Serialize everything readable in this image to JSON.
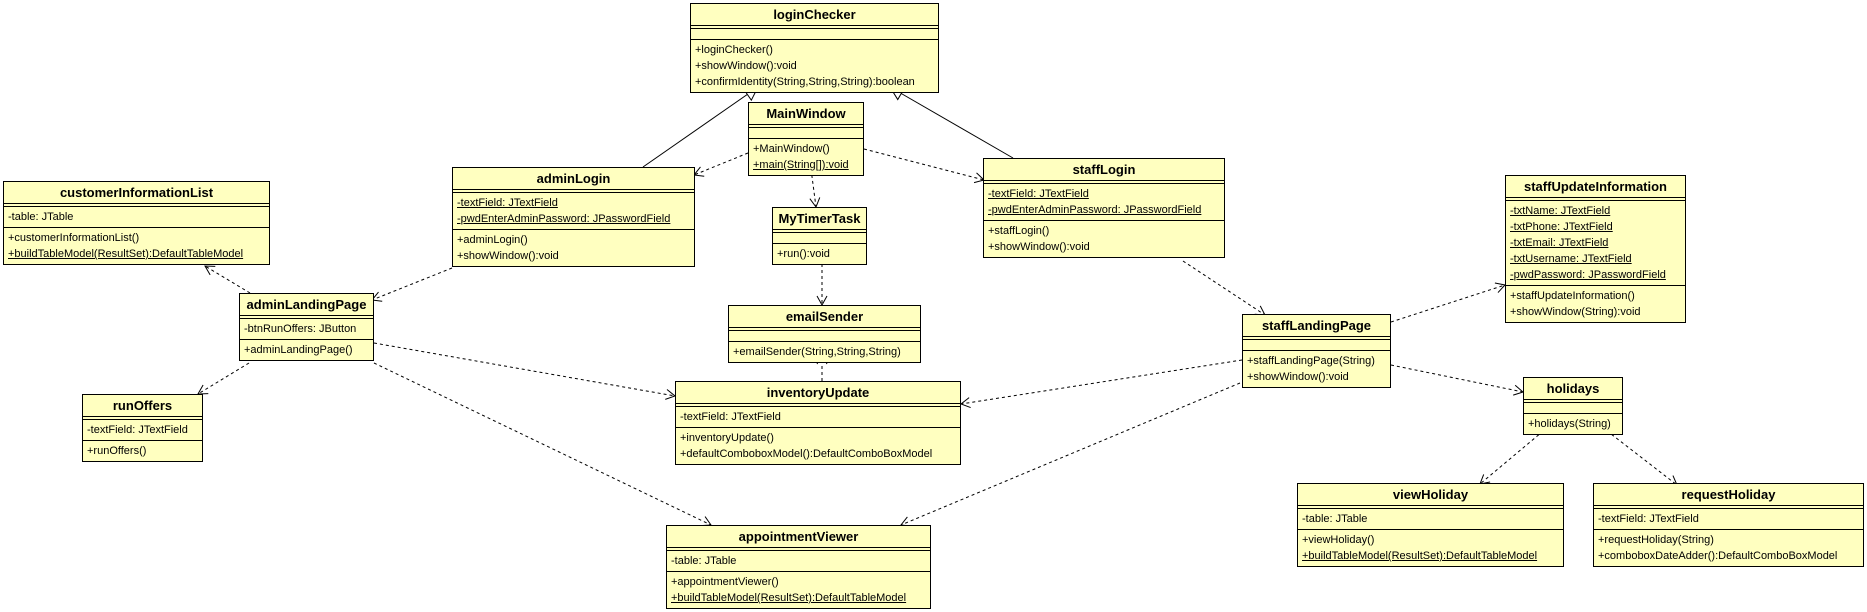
{
  "classes": {
    "loginChecker": {
      "name": "loginChecker",
      "attributes": [],
      "methods": [
        {
          "text": "+loginChecker()",
          "static": false
        },
        {
          "text": "+showWindow():void",
          "static": false
        },
        {
          "text": "+confirmIdentity(String,String,String):boolean",
          "static": false
        }
      ]
    },
    "mainWindow": {
      "name": "MainWindow",
      "attributes": [],
      "methods": [
        {
          "text": "+MainWindow()",
          "static": false
        },
        {
          "text": "+main(String[]):void",
          "static": true
        }
      ]
    },
    "adminLogin": {
      "name": "adminLogin",
      "attributes": [
        {
          "text": "-textField: JTextField",
          "static": true
        },
        {
          "text": "-pwdEnterAdminPassword: JPasswordField",
          "static": true
        }
      ],
      "methods": [
        {
          "text": "+adminLogin()",
          "static": false
        },
        {
          "text": "+showWindow():void",
          "static": false
        }
      ]
    },
    "staffLogin": {
      "name": "staffLogin",
      "attributes": [
        {
          "text": "-textField: JTextField",
          "static": true
        },
        {
          "text": "-pwdEnterAdminPassword: JPasswordField",
          "static": true
        }
      ],
      "methods": [
        {
          "text": "+staffLogin()",
          "static": false
        },
        {
          "text": "+showWindow():void",
          "static": false
        }
      ]
    },
    "myTimerTask": {
      "name": "MyTimerTask",
      "attributes": [],
      "methods": [
        {
          "text": "+run():void",
          "static": false
        }
      ]
    },
    "emailSender": {
      "name": "emailSender",
      "attributes": [],
      "methods": [
        {
          "text": "+emailSender(String,String,String)",
          "static": false
        }
      ]
    },
    "customerInformationList": {
      "name": "customerInformationList",
      "attributes": [
        {
          "text": "-table: JTable",
          "static": false
        }
      ],
      "methods": [
        {
          "text": "+customerInformationList()",
          "static": false
        },
        {
          "text": "+buildTableModel(ResultSet):DefaultTableModel",
          "static": true
        }
      ]
    },
    "adminLandingPage": {
      "name": "adminLandingPage",
      "attributes": [
        {
          "text": "-btnRunOffers: JButton",
          "static": false
        }
      ],
      "methods": [
        {
          "text": "+adminLandingPage()",
          "static": false
        }
      ]
    },
    "runOffers": {
      "name": "runOffers",
      "attributes": [
        {
          "text": "-textField: JTextField",
          "static": false
        }
      ],
      "methods": [
        {
          "text": "+runOffers()",
          "static": false
        }
      ]
    },
    "inventoryUpdate": {
      "name": "inventoryUpdate",
      "attributes": [
        {
          "text": "-textField: JTextField",
          "static": false
        }
      ],
      "methods": [
        {
          "text": "+inventoryUpdate()",
          "static": false
        },
        {
          "text": "+defaultComboboxModel():DefaultComboBoxModel",
          "static": false
        }
      ]
    },
    "appointmentViewer": {
      "name": "appointmentViewer",
      "attributes": [
        {
          "text": "-table: JTable",
          "static": false
        }
      ],
      "methods": [
        {
          "text": "+appointmentViewer()",
          "static": false
        },
        {
          "text": "+buildTableModel(ResultSet):DefaultTableModel",
          "static": true
        }
      ]
    },
    "staffLandingPage": {
      "name": "staffLandingPage",
      "attributes": [],
      "methods": [
        {
          "text": "+staffLandingPage(String)",
          "static": false
        },
        {
          "text": "+showWindow():void",
          "static": false
        }
      ]
    },
    "staffUpdateInformation": {
      "name": "staffUpdateInformation",
      "attributes": [
        {
          "text": "-txtName: JTextField",
          "static": true
        },
        {
          "text": "-txtPhone: JTextField",
          "static": true
        },
        {
          "text": "-txtEmail: JTextField",
          "static": true
        },
        {
          "text": "-txtUsername: JTextField",
          "static": true
        },
        {
          "text": "-pwdPassword: JPasswordField",
          "static": true
        }
      ],
      "methods": [
        {
          "text": "+staffUpdateInformation()",
          "static": false
        },
        {
          "text": "+showWindow(String):void",
          "static": false
        }
      ]
    },
    "holidays": {
      "name": "holidays",
      "attributes": [],
      "methods": [
        {
          "text": "+holidays(String)",
          "static": false
        }
      ]
    },
    "viewHoliday": {
      "name": "viewHoliday",
      "attributes": [
        {
          "text": "-table: JTable",
          "static": false
        }
      ],
      "methods": [
        {
          "text": "+viewHoliday()",
          "static": false
        },
        {
          "text": "+buildTableModel(ResultSet):DefaultTableModel",
          "static": true
        }
      ]
    },
    "requestHoliday": {
      "name": "requestHoliday",
      "attributes": [
        {
          "text": "-textField: JTextField",
          "static": false
        }
      ],
      "methods": [
        {
          "text": "+requestHoliday(String)",
          "static": false
        },
        {
          "text": "+comboboxDateAdder():DefaultComboBoxModel",
          "static": false
        }
      ]
    }
  },
  "relations": [
    {
      "from": "adminLogin",
      "to": "loginChecker",
      "kind": "generalization"
    },
    {
      "from": "staffLogin",
      "to": "loginChecker",
      "kind": "generalization"
    },
    {
      "from": "mainWindow",
      "to": "adminLogin",
      "kind": "dependency"
    },
    {
      "from": "mainWindow",
      "to": "staffLogin",
      "kind": "dependency"
    },
    {
      "from": "mainWindow",
      "to": "myTimerTask",
      "kind": "dependency"
    },
    {
      "from": "myTimerTask",
      "to": "emailSender",
      "kind": "dependency"
    },
    {
      "from": "inventoryUpdate",
      "to": "emailSender",
      "kind": "dependency"
    },
    {
      "from": "adminLogin",
      "to": "adminLandingPage",
      "kind": "dependency"
    },
    {
      "from": "adminLandingPage",
      "to": "customerInformationList",
      "kind": "dependency"
    },
    {
      "from": "adminLandingPage",
      "to": "runOffers",
      "kind": "dependency"
    },
    {
      "from": "adminLandingPage",
      "to": "inventoryUpdate",
      "kind": "dependency"
    },
    {
      "from": "adminLandingPage",
      "to": "appointmentViewer",
      "kind": "dependency"
    },
    {
      "from": "staffLogin",
      "to": "staffLandingPage",
      "kind": "dependency"
    },
    {
      "from": "staffLandingPage",
      "to": "staffUpdateInformation",
      "kind": "dependency"
    },
    {
      "from": "staffLandingPage",
      "to": "inventoryUpdate",
      "kind": "dependency"
    },
    {
      "from": "staffLandingPage",
      "to": "appointmentViewer",
      "kind": "dependency"
    },
    {
      "from": "staffLandingPage",
      "to": "holidays",
      "kind": "dependency"
    },
    {
      "from": "holidays",
      "to": "viewHoliday",
      "kind": "dependency"
    },
    {
      "from": "holidays",
      "to": "requestHoliday",
      "kind": "dependency"
    }
  ]
}
